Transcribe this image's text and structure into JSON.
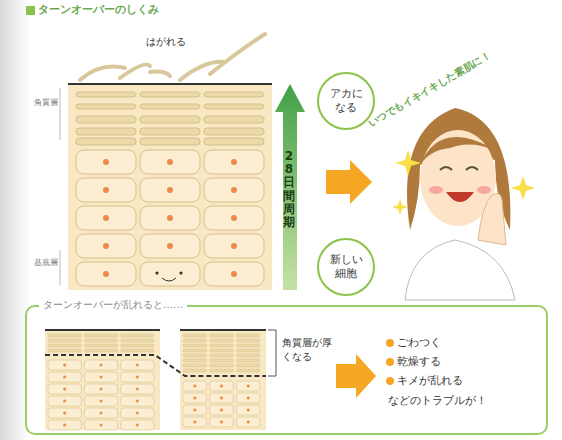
{
  "diagram": {
    "title": "ターンオーバーのしくみ",
    "nodes": [
      {
        "text": [
          "アカになる"
        ]
      },
      {
        "text": [
          "新しい細胞"
        ]
      },
      {
        "text": [
          "ターンオーバーが乱れると……"
        ]
      }
    ],
    "labels": [
      "はがれる",
      "角質層",
      "基底層",
      "28日間周期",
      "いつでもイキイキした素肌に！",
      "角質層が厚くなる",
      "ごわつく",
      "乾燥する",
      "キメが乱れる",
      "などのトラブルが！"
    ]
  }
}
